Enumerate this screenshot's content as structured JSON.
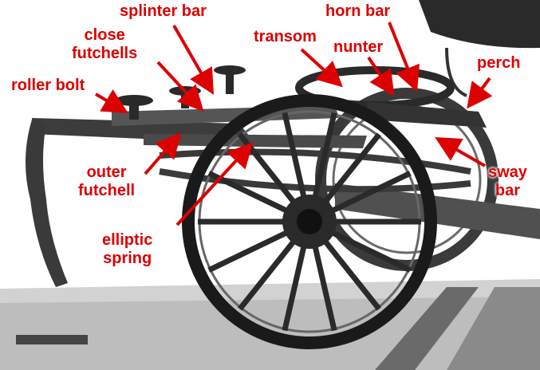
{
  "colors": {
    "label": "#dd0000",
    "arrow": "#dd0000",
    "photo_dark": "#1a1a1a",
    "photo_mid": "#555555",
    "photo_light": "#c8c8c8"
  },
  "labels": {
    "splinter_bar": "splinter bar",
    "horn_bar": "horn bar",
    "close_futchells": [
      "close",
      "futchells"
    ],
    "transom": "transom",
    "nunter": "nunter",
    "perch": "perch",
    "roller_bolt": "roller bolt",
    "outer_futchell": [
      "outer",
      "futchell"
    ],
    "sway_bar": [
      "sway",
      "bar"
    ],
    "elliptic_spring": [
      "elliptic",
      "spring"
    ]
  }
}
